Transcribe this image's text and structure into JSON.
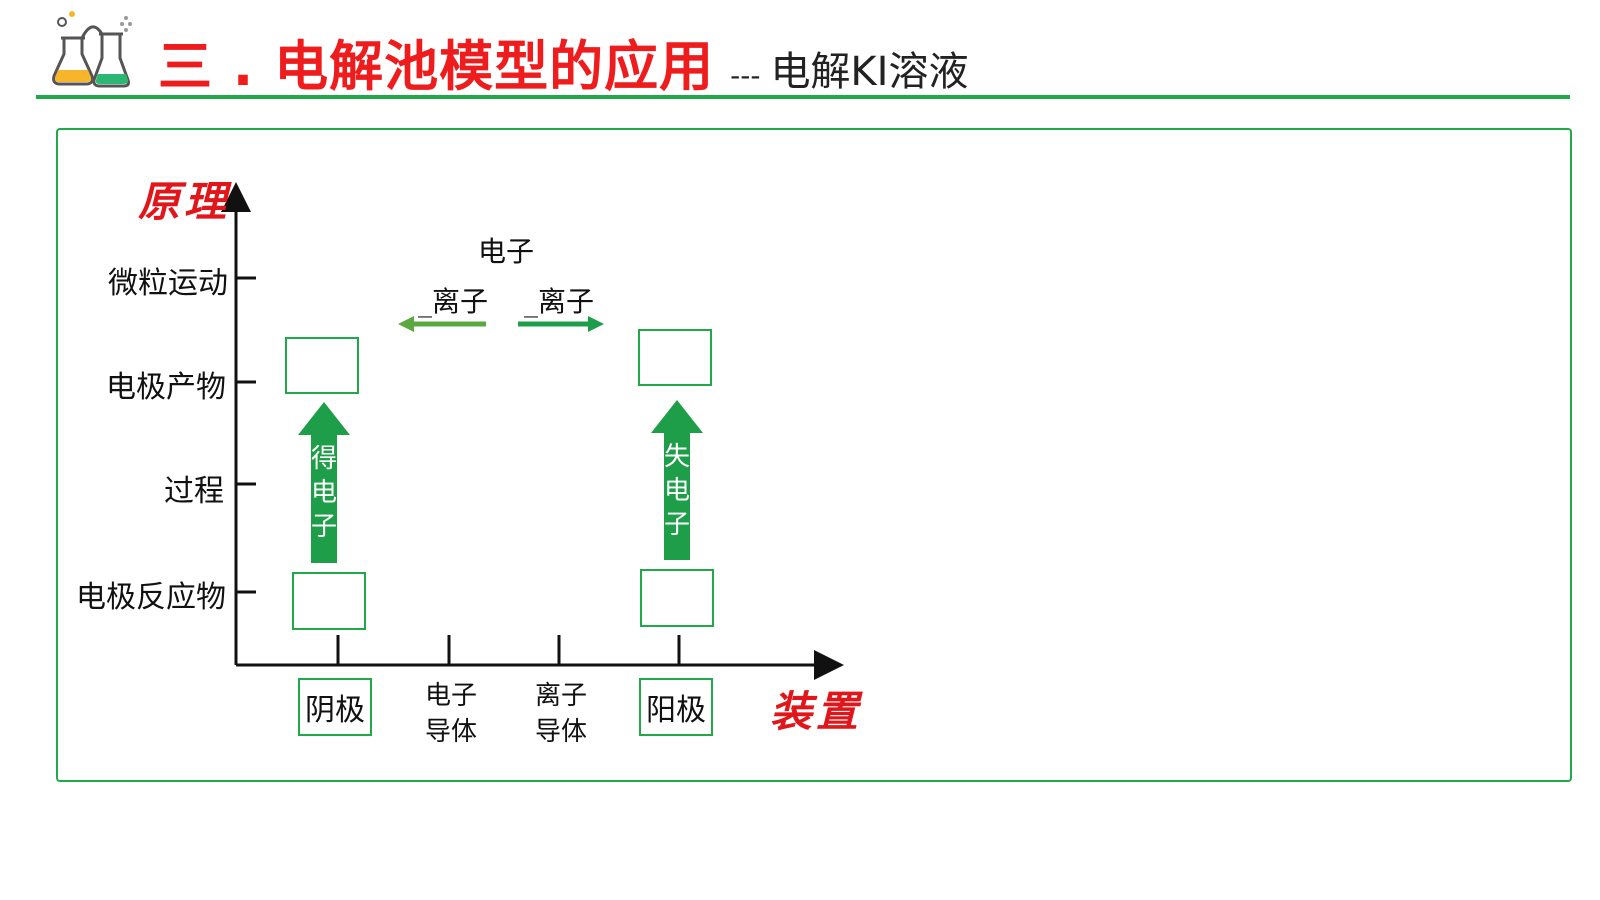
{
  "header": {
    "title_main": "三 . 电解池模型的应用",
    "title_dash": "---",
    "title_sub": "电解KI溶液",
    "logo_icon": "chemistry-flask-icon",
    "accent_color": "#21a84a",
    "title_color": "#ee1c1c"
  },
  "diagram": {
    "y_axis_title": "原理",
    "x_axis_title": "装置",
    "y_levels": [
      "微粒运动",
      "电极产物",
      "过程",
      "电极反应物"
    ],
    "x_items": {
      "cathode": "阴极",
      "electron_conductor_1": "电子",
      "electron_conductor_2": "导体",
      "ion_conductor_1": "离子",
      "ion_conductor_2": "导体",
      "anode": "阳极"
    },
    "electron_label": "电子",
    "ion_left": "_离子",
    "ion_right": "_离子",
    "gain_arrow_text": [
      "得",
      "电",
      "子"
    ],
    "lose_arrow_text": [
      "失",
      "电",
      "子"
    ]
  }
}
